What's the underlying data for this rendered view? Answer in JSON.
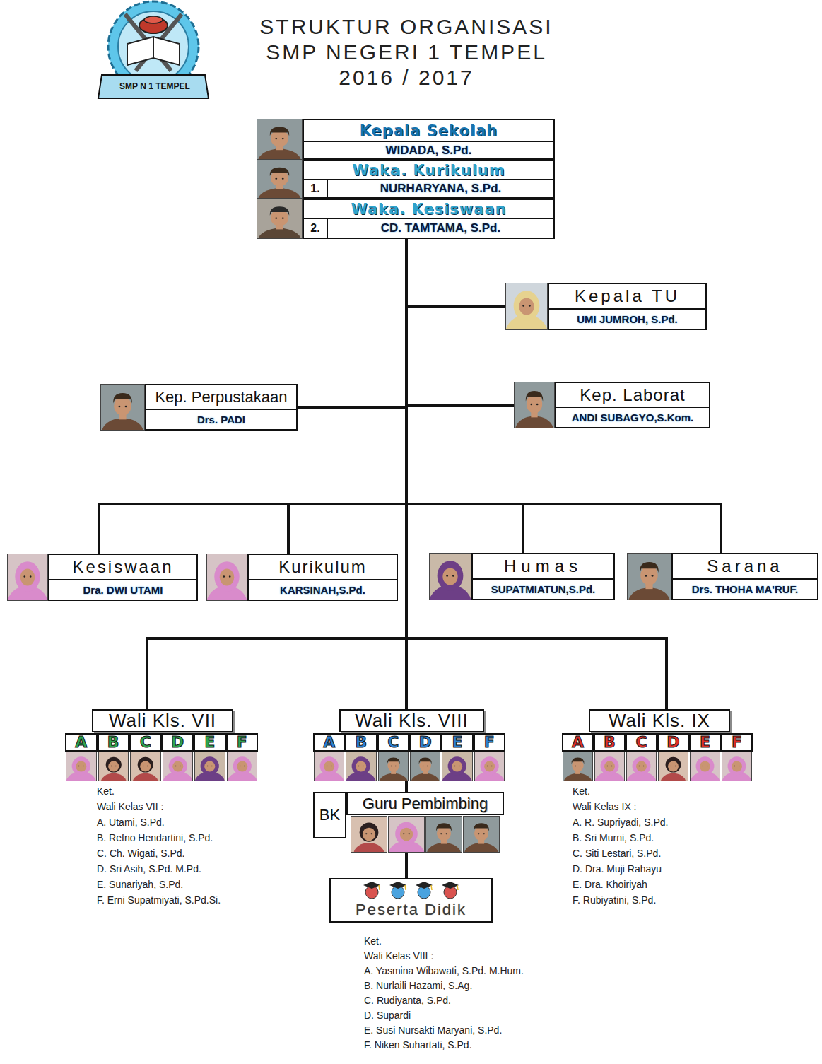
{
  "diagram": {
    "title": "STRUKTUR ORGANISASI SMP NEGERI 1 TEMPEL 2016 / 2017",
    "nodes": [
      {
        "text": [
          "Kepala Sekolah",
          "WIDADA, S.Pd."
        ]
      },
      {
        "text": [
          "Waka. Kurikulum",
          "1.",
          "NURHARYANA, S.Pd."
        ]
      },
      {
        "text": [
          "Waka. Kesiswaan",
          "2.",
          "CD. TAMTAMA, S.Pd."
        ]
      },
      {
        "text": [
          "Kepala TU",
          "UMI JUMROH, S.Pd."
        ]
      },
      {
        "text": [
          "Kep. Perpustakaan",
          "Drs. PADI"
        ]
      },
      {
        "text": [
          "Kep. Laborat",
          "ANDI SUBAGYO,S.Kom."
        ]
      },
      {
        "text": [
          "Kesiswaan",
          "Dra. DWI UTAMI"
        ]
      },
      {
        "text": [
          "Kurikulum",
          "KARSINAH,S.Pd."
        ]
      },
      {
        "text": [
          "Humas",
          "SUPATMIATUN,S.Pd."
        ]
      },
      {
        "text": [
          "Sarana",
          "Drs. THOHA MA'RUF."
        ]
      },
      {
        "text": [
          "Wali Kls. VII"
        ]
      },
      {
        "text": [
          "A"
        ]
      },
      {
        "text": [
          "B"
        ]
      },
      {
        "text": [
          "C"
        ]
      },
      {
        "text": [
          "D"
        ]
      },
      {
        "text": [
          "E"
        ]
      },
      {
        "text": [
          "F"
        ]
      },
      {
        "text": [
          "Wali Kls. VIII"
        ]
      },
      {
        "text": [
          "A"
        ]
      },
      {
        "text": [
          "B"
        ]
      },
      {
        "text": [
          "C"
        ]
      },
      {
        "text": [
          "D"
        ]
      },
      {
        "text": [
          "E"
        ]
      },
      {
        "text": [
          "F"
        ]
      },
      {
        "text": [
          "Wali Kls. IX"
        ]
      },
      {
        "text": [
          "A"
        ]
      },
      {
        "text": [
          "B"
        ]
      },
      {
        "text": [
          "C"
        ]
      },
      {
        "text": [
          "D"
        ]
      },
      {
        "text": [
          "E"
        ]
      },
      {
        "text": [
          "F"
        ]
      },
      {
        "text": [
          "BK"
        ]
      },
      {
        "text": [
          "Guru Pembimbing"
        ]
      },
      {
        "text": [
          "Peserta Didik"
        ]
      }
    ],
    "edges": [
      {
        "from": 2,
        "to": 3,
        "arrow": "none"
      },
      {
        "from": 2,
        "to": 4,
        "arrow": "none"
      },
      {
        "from": 2,
        "to": 5,
        "arrow": "none"
      },
      {
        "from": 2,
        "to": 6,
        "arrow": "none"
      },
      {
        "from": 2,
        "to": 7,
        "arrow": "none"
      },
      {
        "from": 2,
        "to": 8,
        "arrow": "none"
      },
      {
        "from": 2,
        "to": 9,
        "arrow": "none"
      },
      {
        "from": 2,
        "to": 10,
        "arrow": "none"
      },
      {
        "from": 2,
        "to": 17,
        "arrow": "none"
      },
      {
        "from": 2,
        "to": 24,
        "arrow": "none"
      },
      {
        "from": 20,
        "to": 32,
        "arrow": "none"
      },
      {
        "from": 32,
        "to": 33,
        "arrow": "none"
      }
    ],
    "labels": [
      "SMP N 1 TEMPEL",
      "Ket.",
      "Wali Kelas VII :",
      "A. Utami, S.Pd.",
      "B. Refno Hendartini, S.Pd.",
      "C. Ch. Wigati, S.Pd.",
      "D. Sri Asih, S.Pd. M.Pd.",
      "E. Sunariyah, S.Pd.",
      "F. Erni Supatmiyati, S.Pd.Si.",
      "Ket.",
      "Wali Kelas IX :",
      "A. R. Supriyadi, S.Pd.",
      "B. Sri Murni, S.Pd.",
      "C. Siti Lestari, S.Pd.",
      "D. Dra. Muji Rahayu",
      "E. Dra. Khoiriyah",
      "F. Rubiyatini, S.Pd.",
      "Ket.",
      "Wali Kelas VIII :",
      "A. Yasmina Wibawati, S.Pd. M.Hum.",
      "B. Nurlaili Hazami, S.Ag.",
      "C. Rudiyanta, S.Pd.",
      "D. Supardi",
      "E. Susi Nursakti Maryani, S.Pd.",
      "F. Niken Suhartati, S.Pd."
    ]
  }
}
